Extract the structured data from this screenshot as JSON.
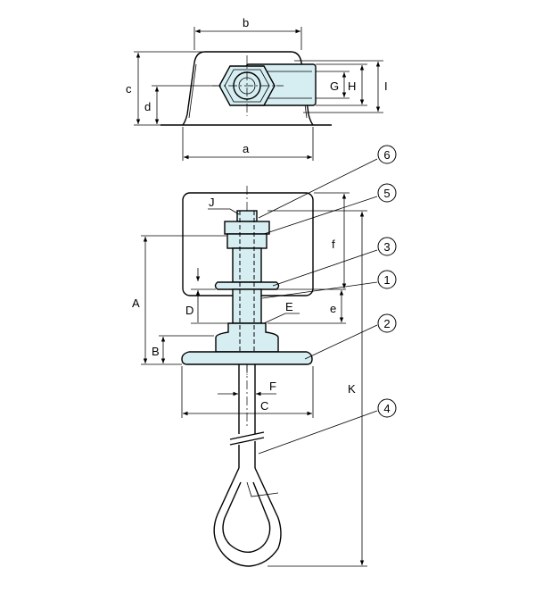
{
  "diagram": {
    "dimension_labels": {
      "a": "a",
      "b": "b",
      "c": "c",
      "d": "d",
      "G": "G",
      "H": "H",
      "I": "I",
      "J": "J",
      "A": "A",
      "B": "B",
      "C": "C",
      "D": "D",
      "E": "E",
      "F": "F",
      "e": "e",
      "f": "f",
      "K": "K"
    },
    "callouts": [
      "1",
      "2",
      "3",
      "4",
      "5",
      "6"
    ],
    "colors": {
      "part_fill": "#d6eef2",
      "line": "#000000"
    }
  }
}
